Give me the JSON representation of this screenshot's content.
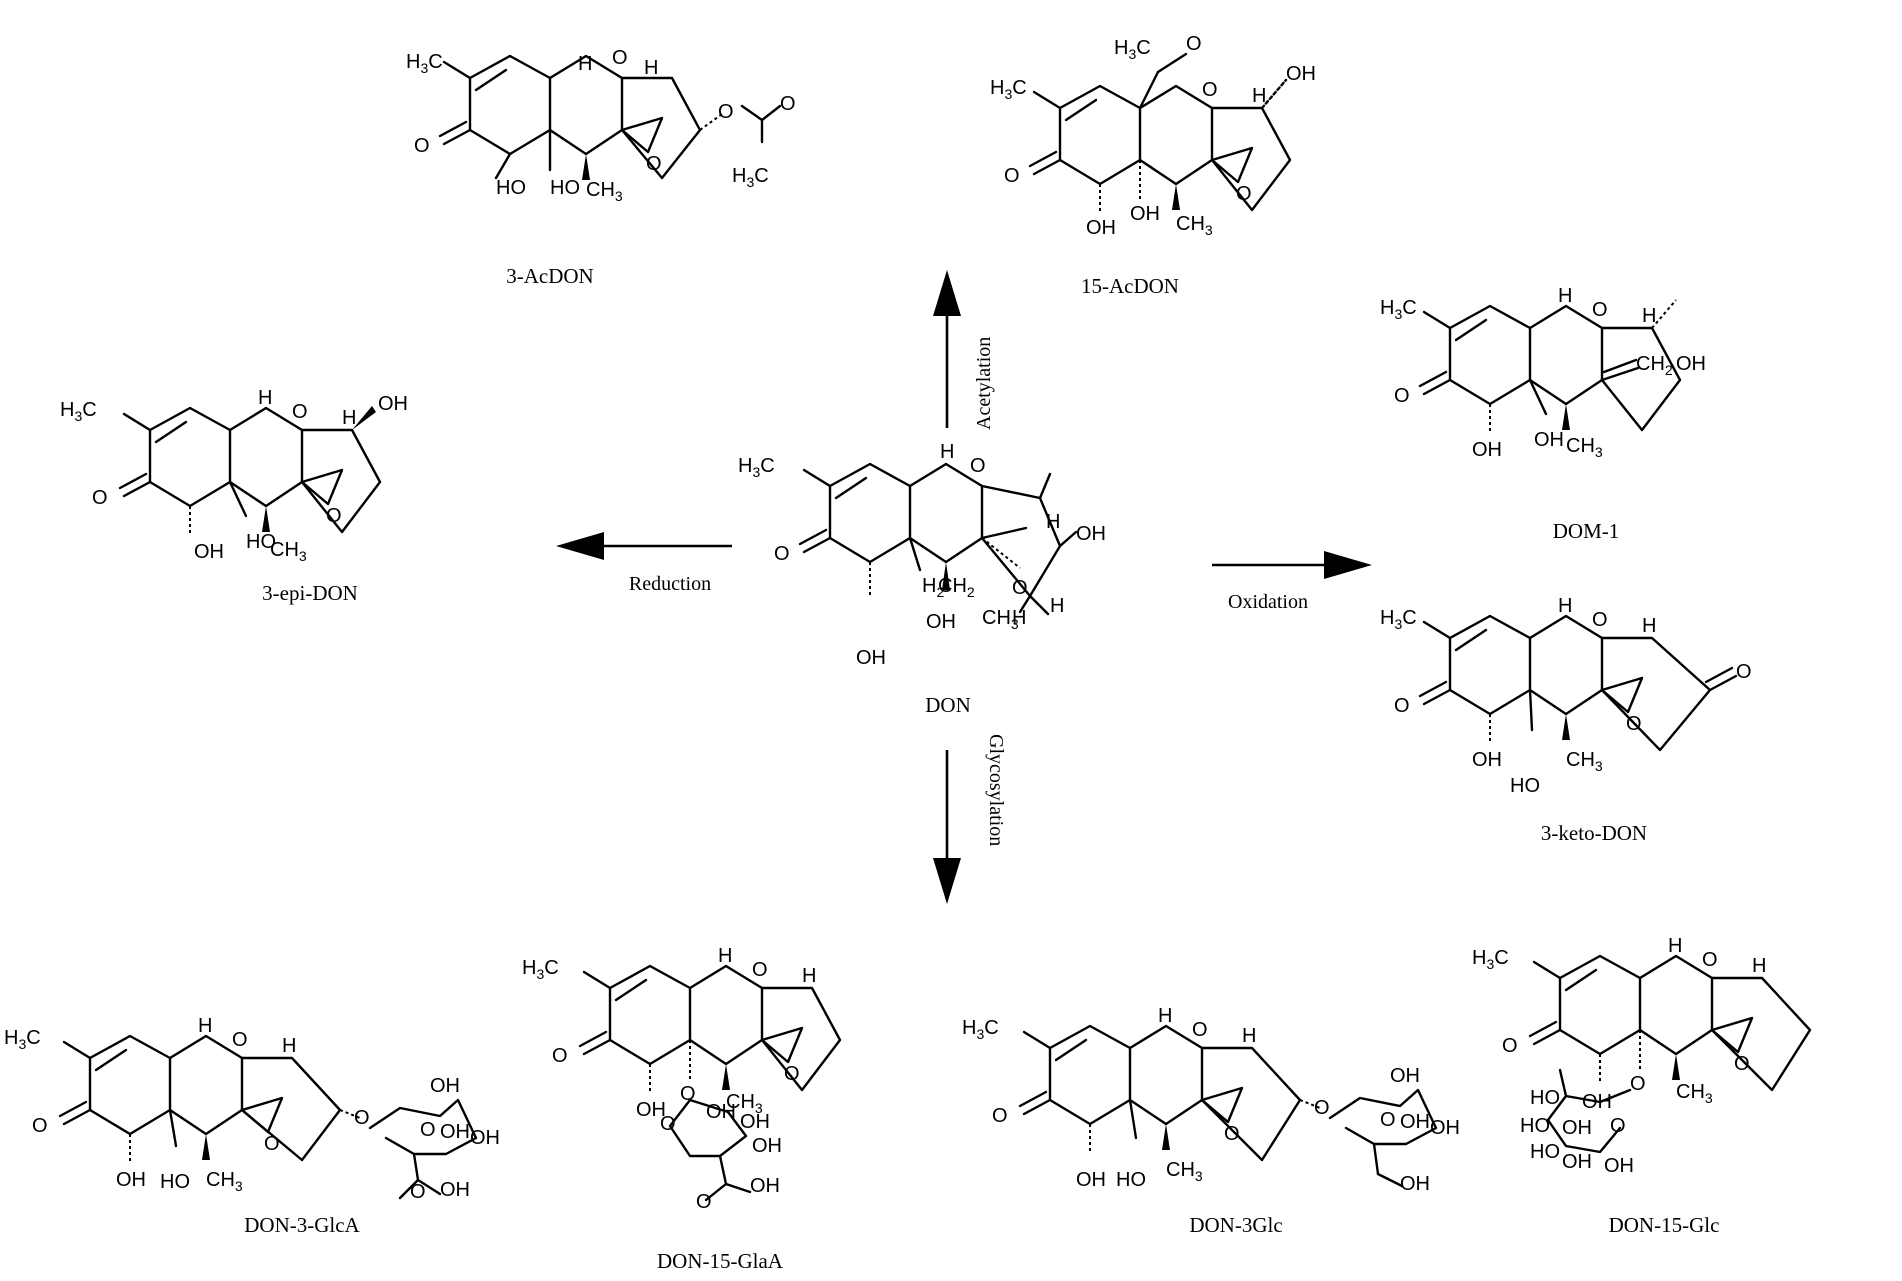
{
  "compounds": {
    "center": "DON",
    "acdon3": "3-AcDON",
    "acdon15": "15-AcDON",
    "dom1": "DOM-1",
    "epi": "3-epi-DON",
    "keto": "3-keto-DON",
    "glca3": "DON-3-GlcA",
    "glaa15": "DON-15-GlaA",
    "glc3": "DON-3Glc",
    "glc15": "DON-15-Glc"
  },
  "reactions": {
    "acetylation": "Acetylation",
    "reduction": "Reduction",
    "oxidation": "Oxidation",
    "glycosylation": "Glycosylation"
  },
  "atoms": {
    "h3c": "H3C",
    "h3c_sub": "3",
    "o": "O",
    "h": "H",
    "oh": "OH",
    "ho": "HO",
    "ch3": "CH3",
    "ch2": "CH2",
    "ch2_eq": "CH2",
    "acetyl": "O",
    "cooh": "OH"
  }
}
